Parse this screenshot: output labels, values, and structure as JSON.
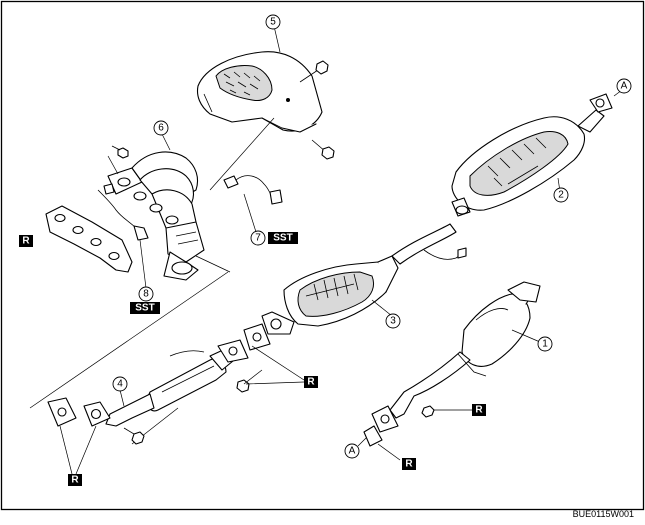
{
  "callouts": {
    "c1": "1",
    "c2": "2",
    "c3": "3",
    "c4": "4",
    "c5": "5",
    "c6": "6",
    "c7": "7",
    "c8": "8",
    "cA1": "A",
    "cA2": "A"
  },
  "badges": {
    "r1": "R",
    "r2": "R",
    "r3": "R",
    "r4": "R",
    "r5": "R",
    "sst1": "SST",
    "sst2": "SST"
  },
  "figure_code": "BUE0115W001"
}
